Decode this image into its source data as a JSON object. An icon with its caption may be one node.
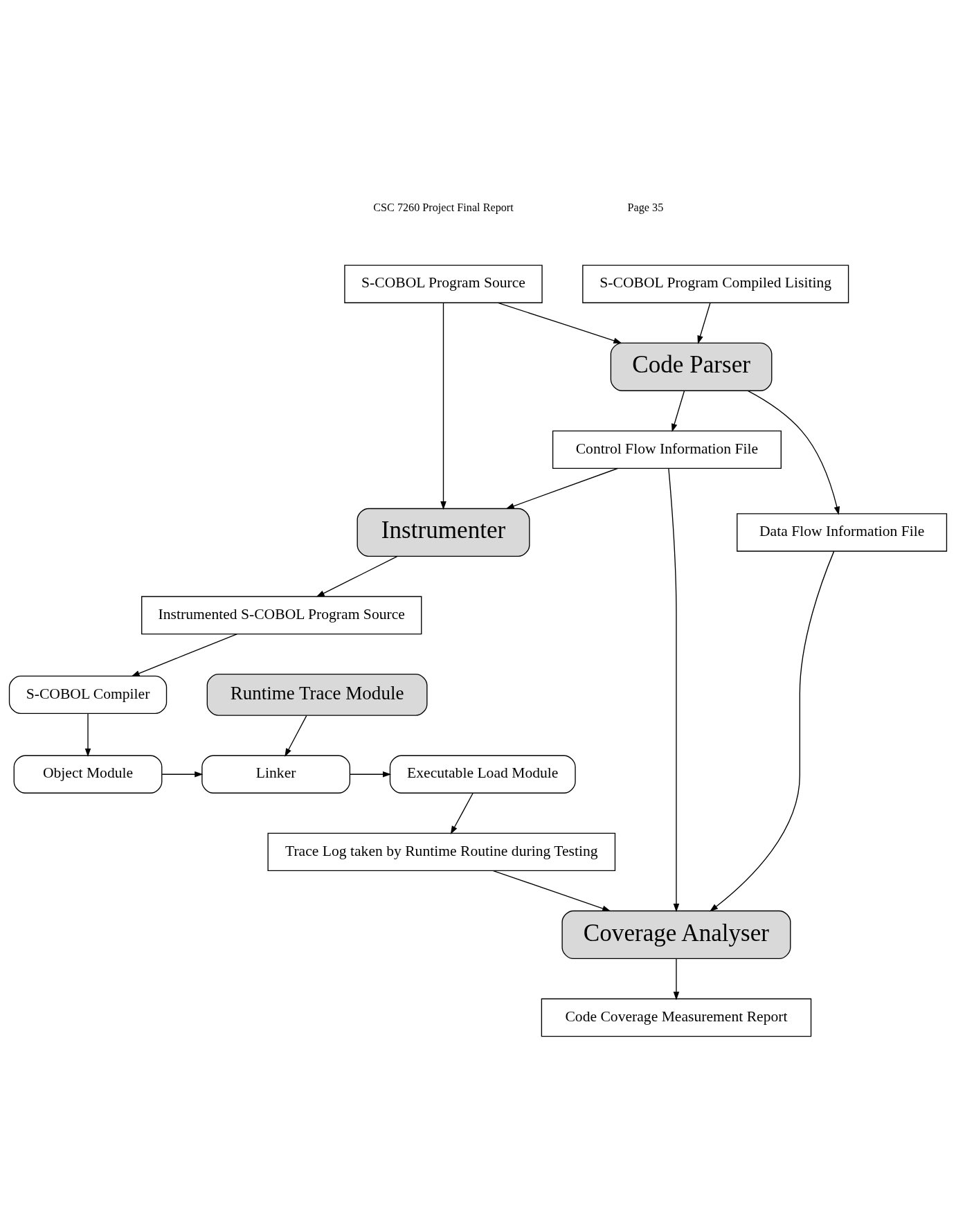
{
  "diagram": {
    "nodes": [
      {
        "text": [
          "S-COBOL Program Source"
        ]
      },
      {
        "text": [
          "S-COBOL Program Compiled Lisiting"
        ]
      },
      {
        "text": [
          "Code Parser"
        ]
      },
      {
        "text": [
          "Control Flow Information File"
        ]
      },
      {
        "text": [
          "Data Flow Information File"
        ]
      },
      {
        "text": [
          "Code Coverage Measurement Report"
        ]
      },
      {
        "text": [
          "Instrumenter"
        ]
      },
      {
        "text": [
          "Coverage Analyser"
        ]
      },
      {
        "text": [
          "Instrumented S-COBOL Program Source"
        ]
      },
      {
        "text": [
          "Trace Log taken by Runtime Routine during Testing"
        ]
      },
      {
        "text": [
          "S-COBOL Compiler"
        ]
      },
      {
        "text": [
          "Runtime Trace Module"
        ]
      },
      {
        "text": [
          "Object Module"
        ]
      },
      {
        "text": [
          "Linker"
        ]
      },
      {
        "text": [
          "Executable Load Module"
        ]
      }
    ],
    "edges": [
      {
        "from": 0,
        "to": 2,
        "arrow": "to"
      },
      {
        "from": 1,
        "to": 2,
        "arrow": "to"
      },
      {
        "from": 0,
        "to": 6,
        "arrow": "to"
      },
      {
        "from": 2,
        "to": 3,
        "arrow": "to"
      },
      {
        "from": 2,
        "to": 4,
        "arrow": "to"
      },
      {
        "from": 3,
        "to": 6,
        "arrow": "to"
      },
      {
        "from": 3,
        "to": 7,
        "arrow": "to"
      },
      {
        "from": 4,
        "to": 7,
        "arrow": "to"
      },
      {
        "from": 7,
        "to": 5,
        "arrow": "to"
      },
      {
        "from": 6,
        "to": 8,
        "arrow": "to"
      },
      {
        "from": 8,
        "to": 10,
        "arrow": "to"
      },
      {
        "from": 10,
        "to": 12,
        "arrow": "to"
      },
      {
        "from": 11,
        "to": 13,
        "arrow": "to"
      },
      {
        "from": 12,
        "to": 13,
        "arrow": "to"
      },
      {
        "from": 13,
        "to": 14,
        "arrow": "to"
      },
      {
        "from": 14,
        "to": 9,
        "arrow": "to"
      },
      {
        "from": 9,
        "to": 7,
        "arrow": "to"
      }
    ],
    "labels": [
      "CSC 7260 Project Final Report",
      "Page 35"
    ]
  }
}
